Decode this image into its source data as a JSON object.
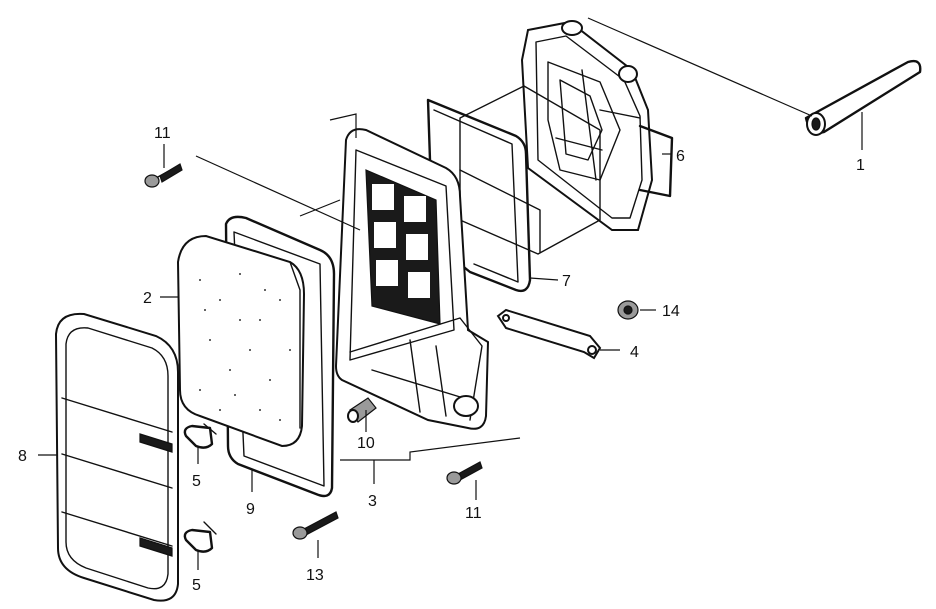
{
  "diagram": {
    "callouts": [
      "1",
      "2",
      "3",
      "4",
      "5",
      "5",
      "6",
      "7",
      "8",
      "9",
      "10",
      "11",
      "11",
      "13",
      "14"
    ]
  }
}
